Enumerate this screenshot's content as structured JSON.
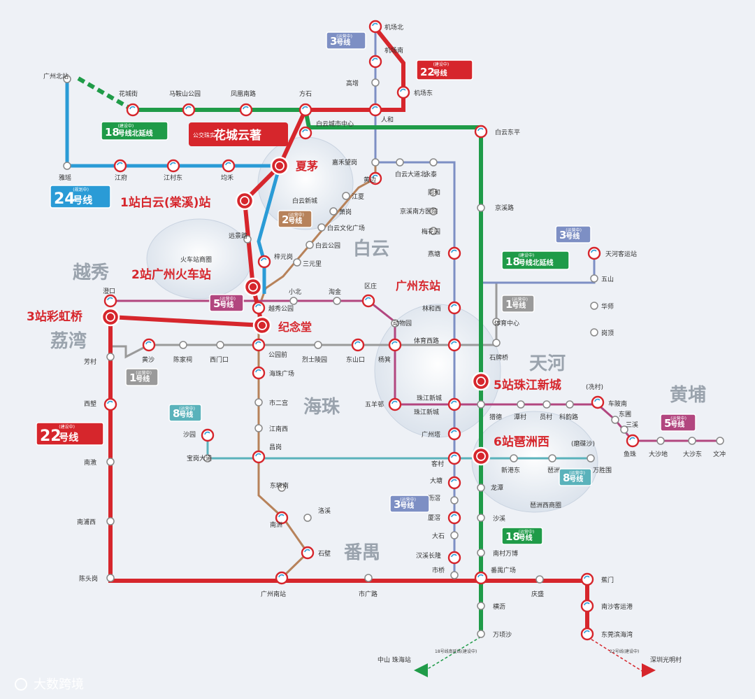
{
  "colors": {
    "line22": "#d6262c",
    "line18": "#1f9b48",
    "line24": "#2a9bd6",
    "line3": "#7d8fc4",
    "line5": "#b2467f",
    "line1": "#9a9a9a",
    "line2": "#b7825a",
    "line8": "#5ab2bb",
    "background": "#eef1f6"
  },
  "districts": [
    "越秀",
    "荔湾",
    "白云",
    "海珠",
    "天河",
    "黄埔",
    "番禺"
  ],
  "key_stations": [
    {
      "label": "1站白云(棠溪)站"
    },
    {
      "label": "2站广州火车站"
    },
    {
      "label": "3站彩虹桥"
    },
    {
      "label": "纪念堂"
    },
    {
      "label": "夏茅"
    },
    {
      "label": "5站珠江新城",
      "note": "(冼村)"
    },
    {
      "label": "6站琶洲西",
      "note": "(磨碟沙)"
    },
    {
      "label": "广州东站"
    }
  ],
  "promo": {
    "small": "公交珠实",
    "title": "花城云著"
  },
  "line_badges": [
    {
      "num": "22",
      "suffix": "号线",
      "status": "(建设中)",
      "color": "#d6262c"
    },
    {
      "num": "22",
      "suffix": "号线",
      "status": "(建设中)",
      "color": "#d6262c"
    },
    {
      "num": "18",
      "suffix": "号线北延线",
      "status": "(建设中)",
      "color": "#1f9b48"
    },
    {
      "num": "18",
      "suffix": "号线北延线",
      "status": "(建设中)",
      "color": "#1f9b48"
    },
    {
      "num": "18",
      "suffix": "号线",
      "status": "(运营中)",
      "color": "#1f9b48"
    },
    {
      "num": "24",
      "suffix": "号线",
      "status": "(规划中)",
      "color": "#2a9bd6"
    },
    {
      "num": "3",
      "suffix": "号线",
      "status": "(运营中)",
      "color": "#7d8fc4"
    },
    {
      "num": "3",
      "suffix": "号线",
      "status": "(运营中)",
      "color": "#7d8fc4"
    },
    {
      "num": "3",
      "suffix": "号线",
      "status": "(运营中)",
      "color": "#7d8fc4"
    },
    {
      "num": "2",
      "suffix": "号线",
      "status": "(运营中)",
      "color": "#b7825a"
    },
    {
      "num": "5",
      "suffix": "号线",
      "status": "(运营中)",
      "color": "#b2467f"
    },
    {
      "num": "5",
      "suffix": "号线",
      "status": "(运营中)",
      "color": "#b2467f"
    },
    {
      "num": "1",
      "suffix": "号线",
      "status": "(运营中)",
      "color": "#9a9a9a"
    },
    {
      "num": "1",
      "suffix": "号线",
      "status": "(运营中)",
      "color": "#9a9a9a"
    },
    {
      "num": "8",
      "suffix": "号线",
      "status": "(运营中)",
      "color": "#5ab2bb"
    },
    {
      "num": "8",
      "suffix": "号线",
      "status": "(运营中)",
      "color": "#5ab2bb"
    }
  ],
  "circle_labels": [
    "白云新城",
    "火车站商圈",
    "珠江新城",
    "琶洲西商圈"
  ],
  "stations": [
    "机场北",
    "机场南",
    "机场东",
    "高增",
    "人和",
    "白云城市中心",
    "白云东平",
    "广州北站",
    "花城街",
    "马鞍山公园",
    "凤凰南路",
    "方石",
    "雅瑶",
    "江府",
    "江村东",
    "均禾",
    "嘉禾望岗",
    "黄边",
    "白云大道北",
    "永泰",
    "同和",
    "京溪南方医院",
    "梅花园",
    "燕塘",
    "京溪路",
    "江夏",
    "萧岗",
    "白云文化广场",
    "白云公园",
    "三元里",
    "远景路",
    "梓元岗",
    "小北",
    "淘金",
    "区庄",
    "天河客运站",
    "五山",
    "华师",
    "岗顶",
    "体育中心",
    "石牌桥",
    "林和西",
    "体育西路",
    "动物园",
    "杨箕",
    "东山口",
    "烈士陵园",
    "公园前",
    "越秀公园",
    "西门口",
    "陈家祠",
    "黄沙",
    "芳村",
    "西塱",
    "海珠广场",
    "市二宫",
    "江南西",
    "昌岗",
    "五羊邨",
    "珠江新城",
    "猎德",
    "潭村",
    "员村",
    "科韵路",
    "车陂南",
    "东圃",
    "三溪",
    "鱼珠",
    "大沙地",
    "大沙东",
    "文冲",
    "广州塔",
    "客村",
    "新港东",
    "琶洲",
    "万胜围",
    "大塘",
    "沥滘",
    "厦滘",
    "大石",
    "汉溪长隆",
    "市桥",
    "龙潭",
    "沙溪",
    "南村万博",
    "番禺广场",
    "横沥",
    "万顷沙",
    "庆盛",
    "蕉门",
    "南沙客运港",
    "东莞滨海湾",
    "南洲",
    "东晓南",
    "洛溪",
    "石壁",
    "广州南站",
    "市广路",
    "陈头岗",
    "南浦西",
    "南漖",
    "沙园",
    "宝岗大道",
    "澄口"
  ],
  "terminals": [
    {
      "label": "中山 珠海站",
      "note": "18号线南延线(建设中)"
    },
    {
      "label": "深圳光明村",
      "note": "22号线(建设中)"
    }
  ],
  "watermark": "大数跨境"
}
